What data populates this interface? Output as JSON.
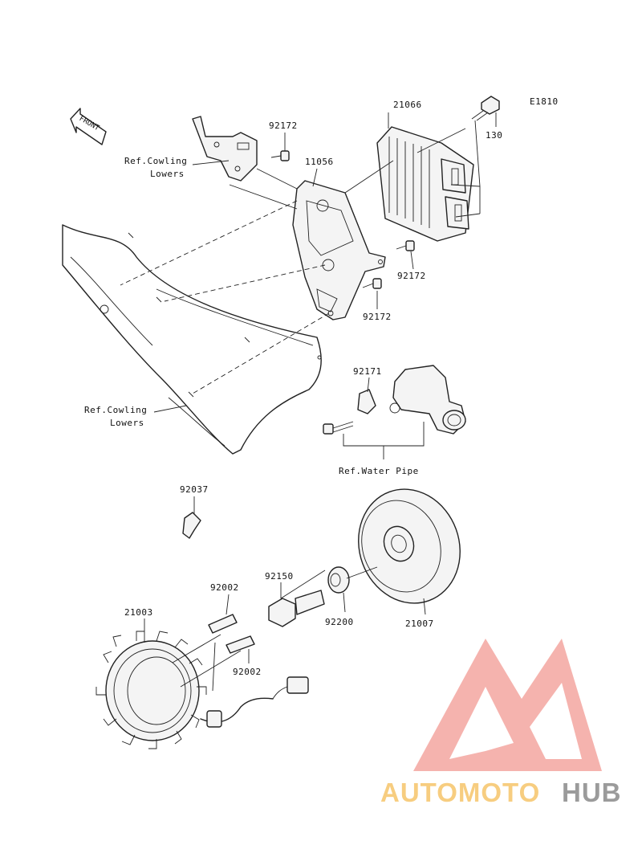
{
  "diagram": {
    "code": "E1810",
    "front_label": "FRONT",
    "parts": [
      {
        "id": "p21066",
        "number": "21066"
      },
      {
        "id": "p130",
        "number": "130"
      },
      {
        "id": "p92172a",
        "number": "92172"
      },
      {
        "id": "p11056",
        "number": "11056"
      },
      {
        "id": "p92172b",
        "number": "92172"
      },
      {
        "id": "p92172c",
        "number": "92172"
      },
      {
        "id": "p92171",
        "number": "92171"
      },
      {
        "id": "p92037",
        "number": "92037"
      },
      {
        "id": "p92150",
        "number": "92150"
      },
      {
        "id": "p92200",
        "number": "92200"
      },
      {
        "id": "p21007",
        "number": "21007"
      },
      {
        "id": "p92002a",
        "number": "92002"
      },
      {
        "id": "p92002b",
        "number": "92002"
      },
      {
        "id": "p21003",
        "number": "21003"
      }
    ],
    "references": {
      "cowling_upper_line1": "Ref.Cowling",
      "cowling_upper_line2": "Lowers",
      "cowling_lower_line1": "Ref.Cowling",
      "cowling_lower_line2": "Lowers",
      "water_pipe": "Ref.Water Pipe"
    }
  },
  "watermark": {
    "brand_part1": "AUTOMOTO",
    "brand_part2": "HUB",
    "color_primary": "#f4a6a0",
    "color_accent": "#f6c56a",
    "color_dark": "#8a8a8a"
  }
}
